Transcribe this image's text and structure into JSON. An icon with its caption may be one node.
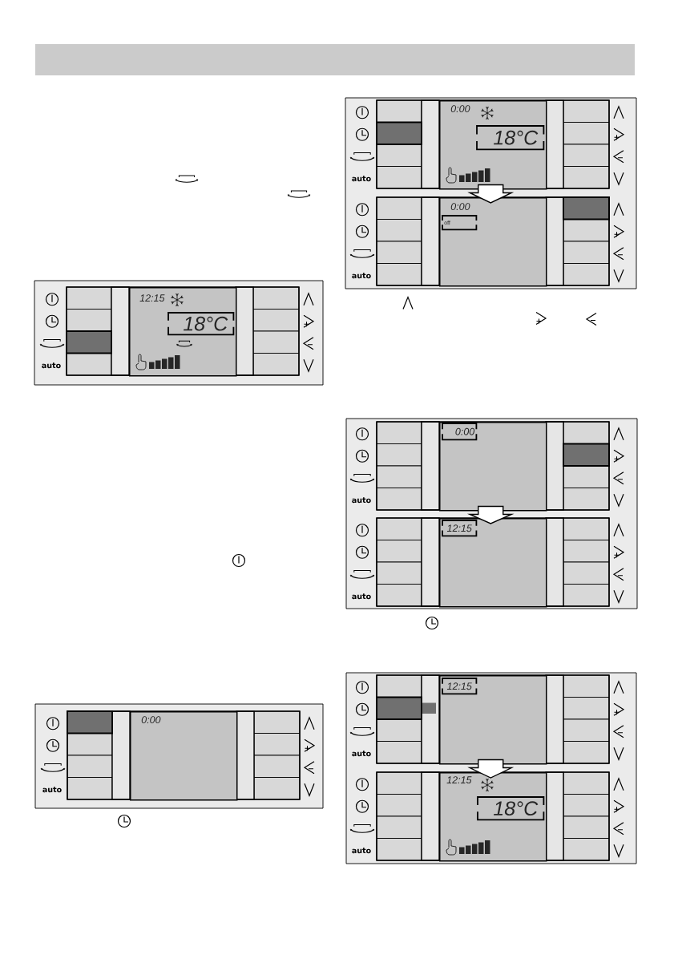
{
  "diagram": {
    "nodes": [
      {
        "text": [
          "12:15"
        ]
      },
      {
        "text": [
          "18°C"
        ],
        "in": 0
      },
      {
        "text": [
          "0:00"
        ]
      },
      {
        "text": [
          "0:00"
        ]
      },
      {
        "text": [
          "18°C"
        ],
        "in": 3
      },
      {
        "text": [
          "0:00"
        ]
      },
      {
        "text": [
          "off"
        ],
        "in": 5
      },
      {
        "text": [],
        "shape": "box"
      },
      {
        "text": [
          "0:00"
        ],
        "in": 7
      },
      {
        "text": [],
        "shape": "box"
      },
      {
        "text": [
          "12:15"
        ],
        "in": 9
      },
      {
        "text": [],
        "shape": "box"
      },
      {
        "text": [
          "12:15"
        ],
        "in": 11
      },
      {
        "text": [
          "12:15"
        ]
      },
      {
        "text": [
          "18°C"
        ],
        "in": 13
      }
    ],
    "edges": [
      {
        "from": 3,
        "to": 5,
        "arrow": "to"
      },
      {
        "from": 7,
        "to": 9,
        "arrow": "to"
      },
      {
        "from": 11,
        "to": 13,
        "arrow": "to"
      }
    ],
    "labels": [
      "auto",
      "auto",
      "auto",
      "auto",
      "auto",
      "auto",
      "auto",
      "auto"
    ]
  }
}
